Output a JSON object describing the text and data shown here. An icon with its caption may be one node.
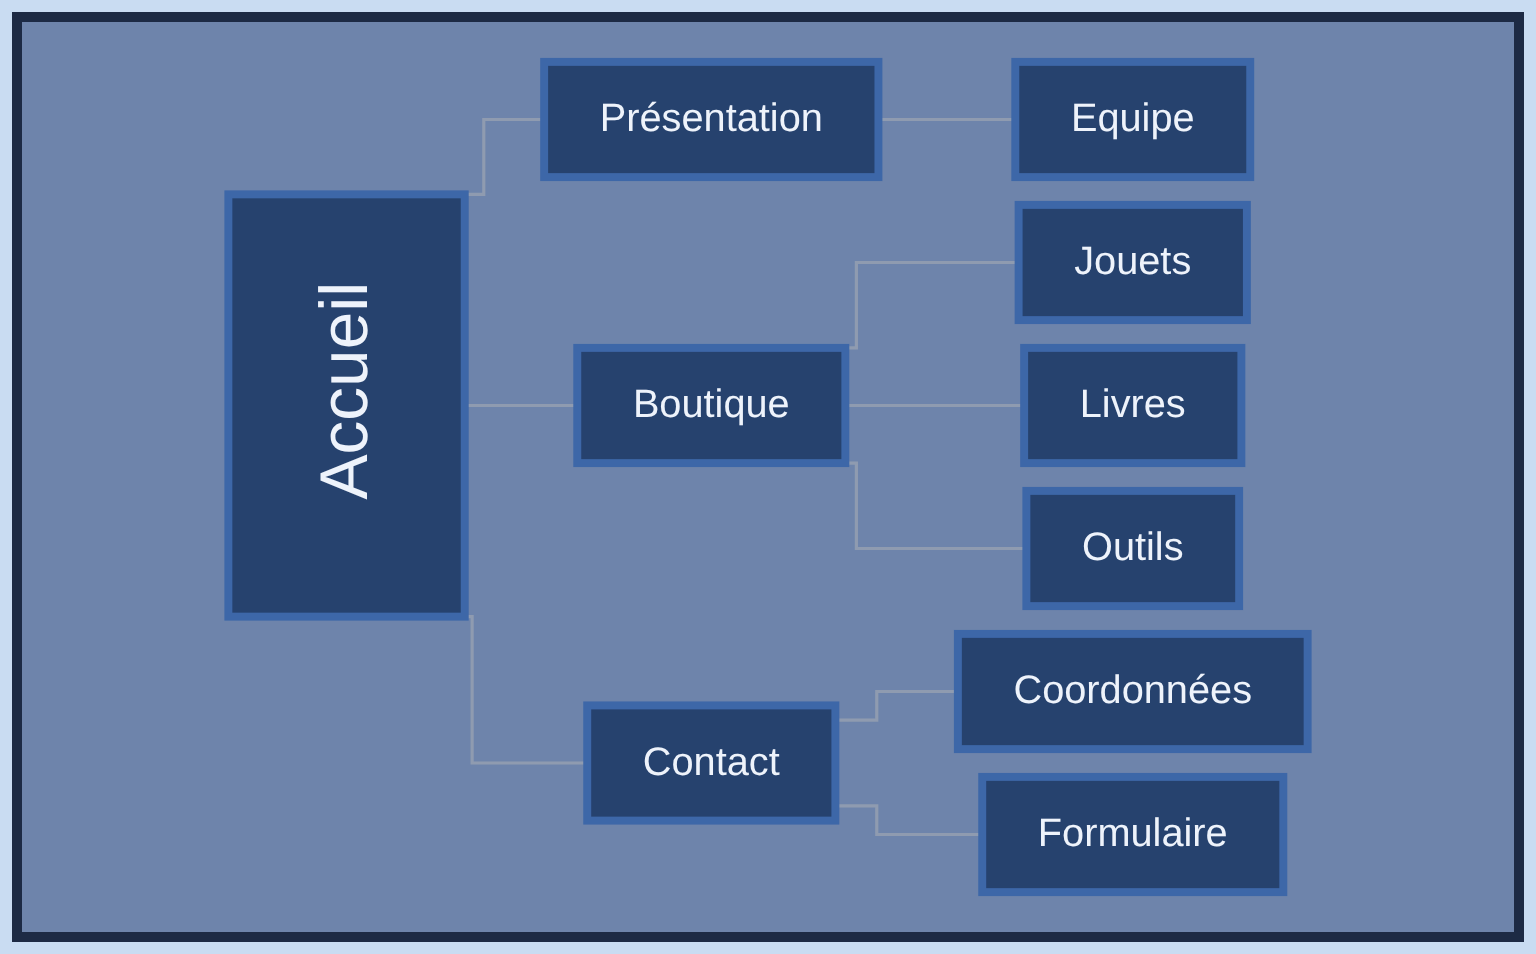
{
  "diagram": {
    "nodes": [
      {
        "text": [
          "Accueil"
        ]
      },
      {
        "text": [
          "Présentation"
        ]
      },
      {
        "text": [
          "Equipe"
        ]
      },
      {
        "text": [
          "Boutique"
        ]
      },
      {
        "text": [
          "Jouets"
        ]
      },
      {
        "text": [
          "Livres"
        ]
      },
      {
        "text": [
          "Outils"
        ]
      },
      {
        "text": [
          "Contact"
        ]
      },
      {
        "text": [
          "Coordonnées"
        ]
      },
      {
        "text": [
          "Formulaire"
        ]
      }
    ],
    "edges": [
      {
        "from": 0,
        "to": 1,
        "arrow": "none"
      },
      {
        "from": 0,
        "to": 3,
        "arrow": "none"
      },
      {
        "from": 0,
        "to": 7,
        "arrow": "none"
      },
      {
        "from": 1,
        "to": 2,
        "arrow": "none"
      },
      {
        "from": 3,
        "to": 4,
        "arrow": "none"
      },
      {
        "from": 3,
        "to": 5,
        "arrow": "none"
      },
      {
        "from": 3,
        "to": 6,
        "arrow": "none"
      },
      {
        "from": 7,
        "to": 8,
        "arrow": "none"
      },
      {
        "from": 7,
        "to": 9,
        "arrow": "none"
      }
    ]
  }
}
